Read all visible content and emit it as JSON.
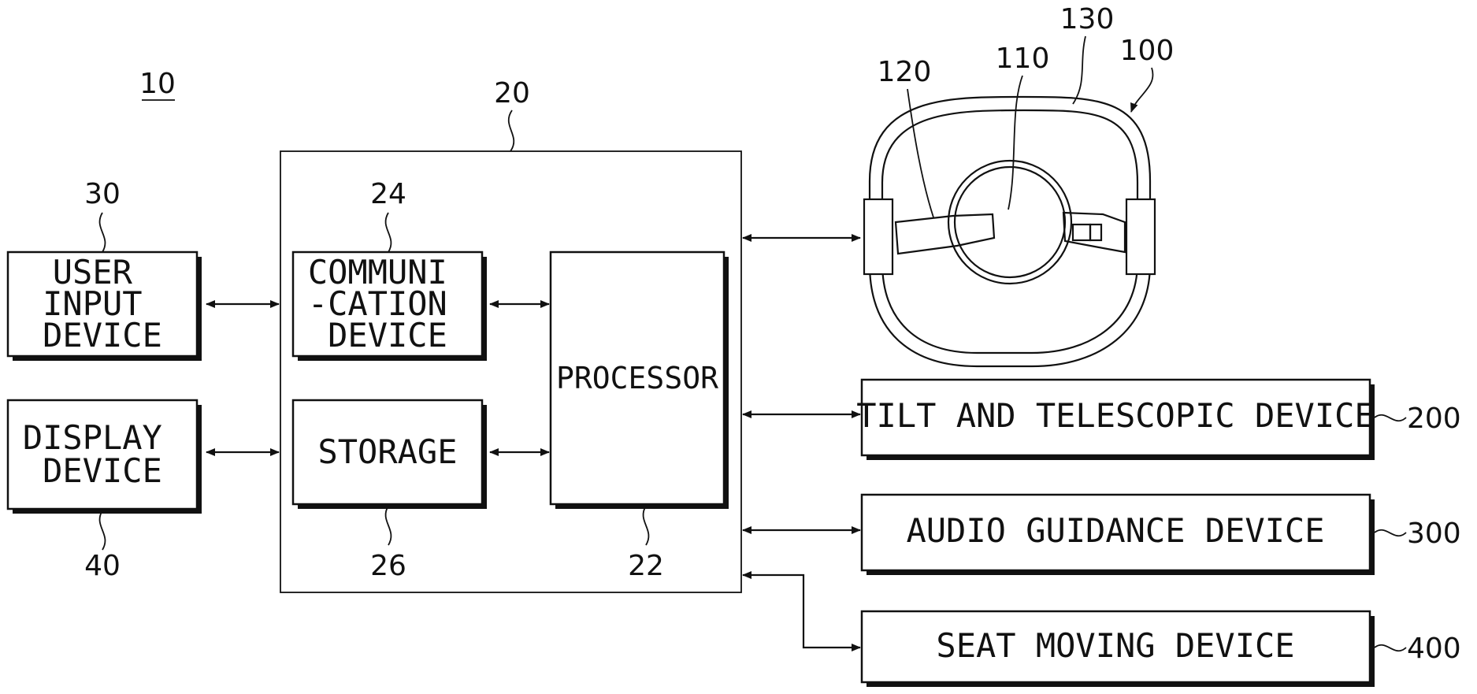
{
  "figure": {
    "system_ref": "10",
    "controller": {
      "ref": "20"
    },
    "processor": {
      "label": "PROCESSOR",
      "ref": "22"
    },
    "communication": {
      "label_lines": [
        "COMMUNI",
        "-CATION",
        "DEVICE"
      ],
      "ref": "24"
    },
    "storage": {
      "label": "STORAGE",
      "ref": "26"
    },
    "user_input": {
      "label_lines": [
        "USER",
        "INPUT",
        "DEVICE"
      ],
      "ref": "30"
    },
    "display": {
      "label_lines": [
        "DISPLAY",
        "DEVICE"
      ],
      "ref": "40"
    },
    "steering": {
      "ref": "100",
      "hub_ref": "110",
      "spoke_ref": "120",
      "rim_ref": "130"
    },
    "tilt": {
      "label": "TILT AND TELESCOPIC DEVICE",
      "ref": "200"
    },
    "audio": {
      "label": "AUDIO GUIDANCE DEVICE",
      "ref": "300"
    },
    "seat": {
      "label": "SEAT MOVING DEVICE",
      "ref": "400"
    }
  }
}
